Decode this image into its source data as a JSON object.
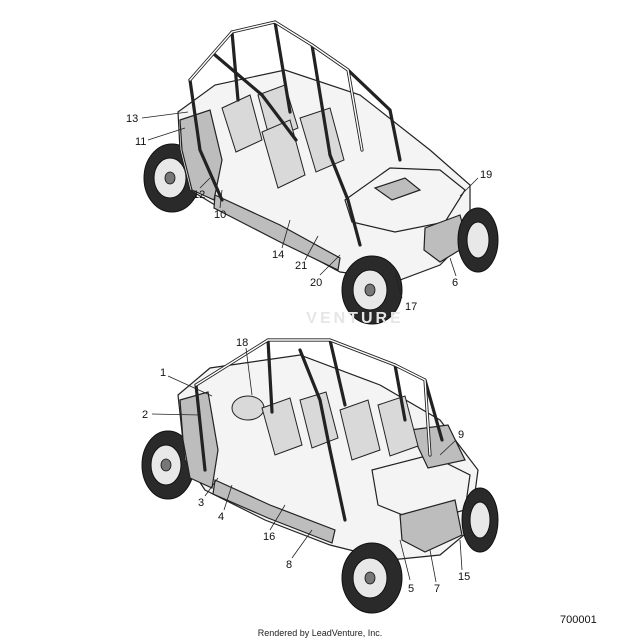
{
  "diagram": {
    "figure_id": "700001",
    "credit": "Rendered by LeadVenture, Inc.",
    "watermark": "VENTURE",
    "callouts_top": [
      "13",
      "11",
      "12",
      "10",
      "14",
      "21",
      "20",
      "17",
      "6",
      "19"
    ],
    "callouts_bottom": [
      "18",
      "1",
      "2",
      "3",
      "4",
      "16",
      "8",
      "5",
      "7",
      "15",
      "9"
    ]
  }
}
